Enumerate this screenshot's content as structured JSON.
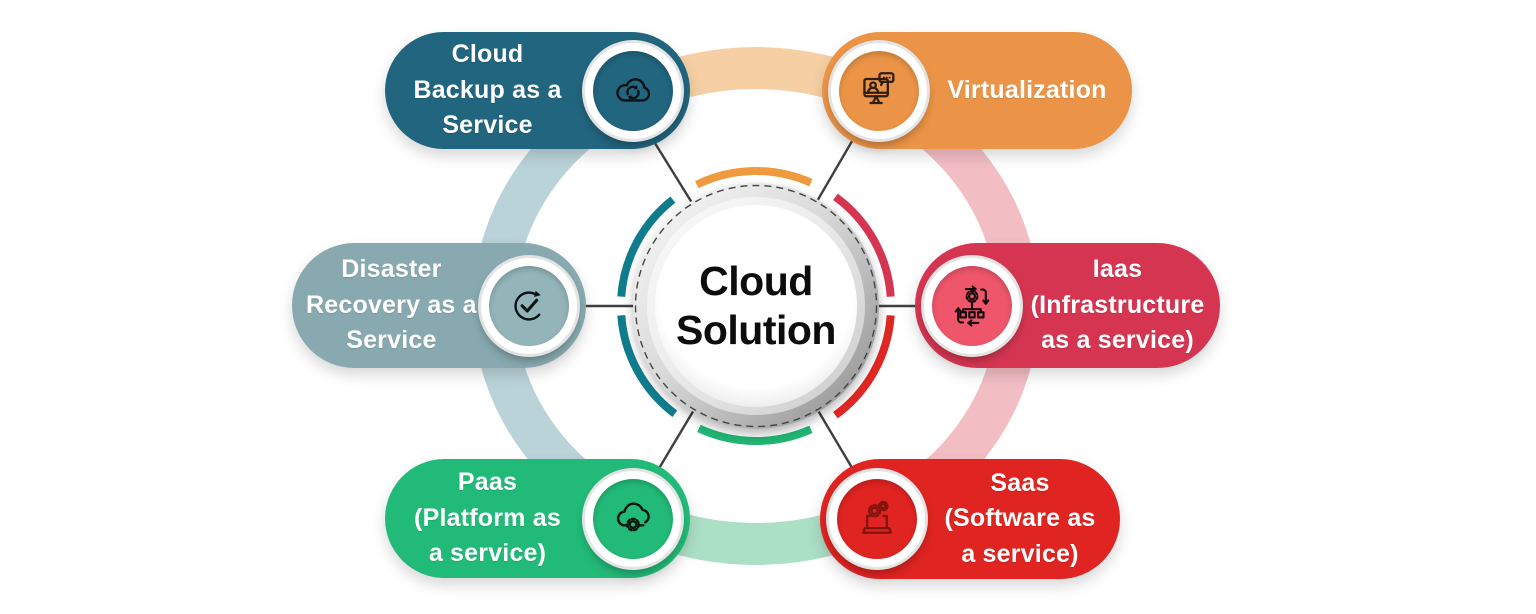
{
  "center": {
    "label": "Cloud Solution",
    "lines": [
      "Cloud",
      "Solution"
    ]
  },
  "nodes": [
    {
      "label": "Cloud Backup as a Service",
      "lines": [
        "Cloud",
        "Backup as a",
        "Service"
      ],
      "color": "#21657e",
      "icon": "cloud-sync-icon",
      "icon_fill": "#21657e",
      "icon_stroke": "#0c1214"
    },
    {
      "label": "Virtualization",
      "lines": [
        "Virtualization"
      ],
      "color": "#eb9447",
      "icon": "virtual-desktop-icon",
      "icon_fill": "#eb9447",
      "icon_stroke": "#2f1d10"
    },
    {
      "label": "Disaster Recovery as a Service",
      "lines": [
        "Disaster",
        "Recovery as a",
        "Service"
      ],
      "color": "#87a9af",
      "icon": "recovery-check-icon",
      "icon_fill": "#93b4b9",
      "icon_stroke": "#0e1314"
    },
    {
      "label": "Iaas (Infrastructure as a service)",
      "lines": [
        "Iaas",
        "(Infrastructure",
        "as a service)"
      ],
      "color": "#d63551",
      "icon": "infrastructure-gear-icon",
      "icon_fill": "#ef566b",
      "icon_stroke": "#140a0c"
    },
    {
      "label": "Paas (Platform as a service)",
      "lines": [
        "Paas",
        "(Platform as",
        "a service)"
      ],
      "color": "#22ba79",
      "icon": "cloud-gear-icon",
      "icon_fill": "#22ba79",
      "icon_stroke": "#07140e"
    },
    {
      "label": "Saas (Software as a service)",
      "lines": [
        "Saas",
        "(Software as",
        "a service)"
      ],
      "color": "#e02421",
      "icon": "laptop-gears-icon",
      "icon_fill": "#e02421",
      "icon_stroke": "#82140e"
    }
  ],
  "rings": {
    "outer": {
      "top": "#f6d0a4",
      "left": "#b9d3d8",
      "bottom": "#abdfc6",
      "right": "#f3bdc4"
    },
    "inner": {
      "top": "#ef9a3e",
      "left": "#0f7c8e",
      "right": "#d63551",
      "bottom": "#21b573",
      "bottom_right": "#e02622"
    },
    "connector": "#3f3f3f",
    "hub_dash": "#454545"
  }
}
